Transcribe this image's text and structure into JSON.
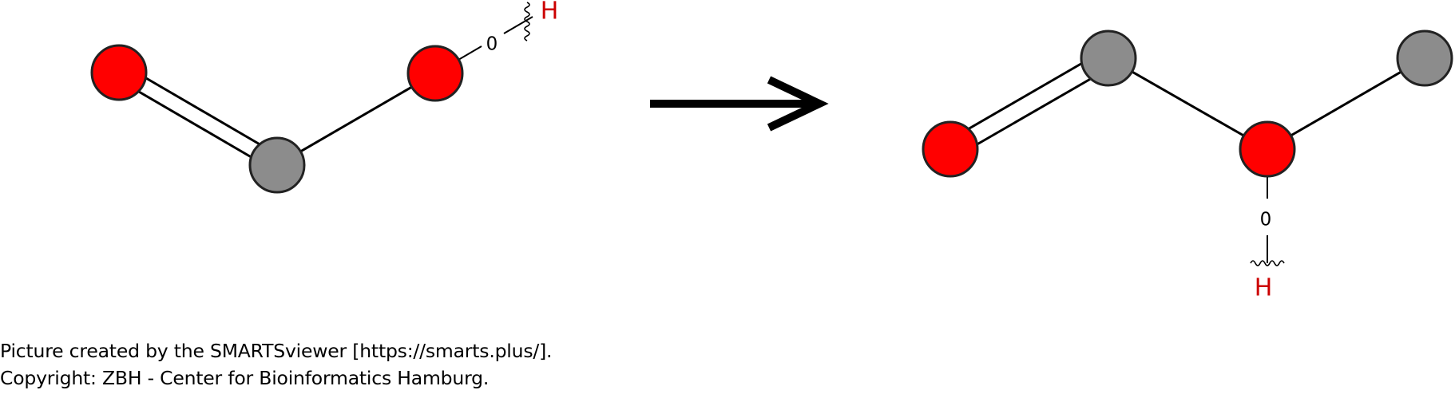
{
  "reaction": {
    "reactant": {
      "atoms": [
        {
          "id": "r-o1",
          "element": "O",
          "color": "#ff0000"
        },
        {
          "id": "r-c1",
          "element": "C",
          "color": "#8c8c8c"
        },
        {
          "id": "r-o2",
          "element": "O",
          "color": "#ff0000"
        }
      ],
      "bonds": [
        {
          "from": "r-o1",
          "to": "r-c1",
          "order": 2
        },
        {
          "from": "r-c1",
          "to": "r-o2",
          "order": 1
        }
      ],
      "hydrogen": {
        "label": "H",
        "bond_label": "0",
        "color": "#cc0000"
      }
    },
    "product": {
      "atoms": [
        {
          "id": "p-o1",
          "element": "O",
          "color": "#ff0000"
        },
        {
          "id": "p-c1",
          "element": "C",
          "color": "#8c8c8c"
        },
        {
          "id": "p-o2",
          "element": "O",
          "color": "#ff0000"
        },
        {
          "id": "p-c2",
          "element": "C",
          "color": "#8c8c8c"
        }
      ],
      "bonds": [
        {
          "from": "p-o1",
          "to": "p-c1",
          "order": 2
        },
        {
          "from": "p-c1",
          "to": "p-o2",
          "order": 1
        },
        {
          "from": "p-o2",
          "to": "p-c2",
          "order": 1
        }
      ],
      "hydrogen": {
        "label": "H",
        "bond_label": "0",
        "color": "#cc0000"
      }
    }
  },
  "footer": {
    "line1": "Picture created by the SMARTSviewer [https://smarts.plus/].",
    "line2": "Copyright: ZBH - Center for Bioinformatics Hamburg."
  }
}
